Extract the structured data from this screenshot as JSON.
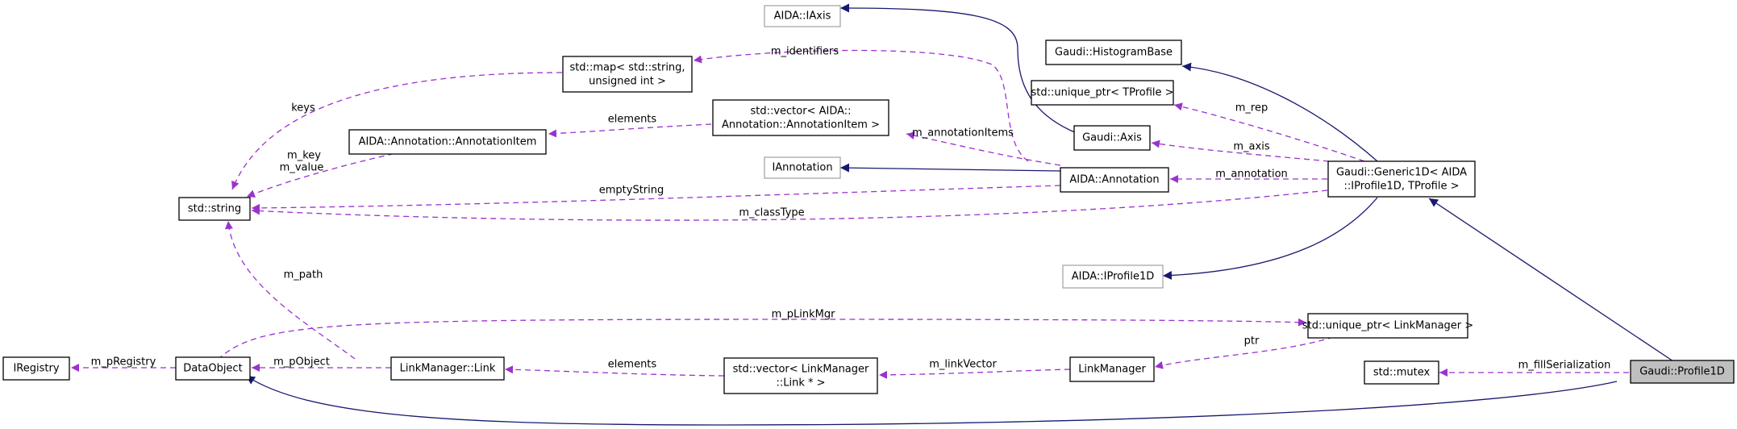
{
  "nodes": {
    "aida_iaxis": "AIDA::IAxis",
    "histogram_base": "Gaudi::HistogramBase",
    "unique_ptr_tprofile": "std::unique_ptr< TProfile >",
    "map": [
      "std::map< std::string,",
      "unsigned int >"
    ],
    "vector_annotation_item": [
      "std::vector< AIDA::",
      "Annotation::AnnotationItem >"
    ],
    "annotation_item": "AIDA::Annotation::AnnotationItem",
    "gaudi_axis": "Gaudi::Axis",
    "iannotation": "IAnnotation",
    "aida_annotation": "AIDA::Annotation",
    "generic1d": [
      "Gaudi::Generic1D< AIDA",
      "::IProfile1D, TProfile >"
    ],
    "std_string": "std::string",
    "aida_iprofile1d": "AIDA::IProfile1D",
    "unique_ptr_linkmanager": "std::unique_ptr< LinkManager >",
    "iregistry": "IRegistry",
    "data_object": "DataObject",
    "link_manager_link": "LinkManager::Link",
    "vector_link": [
      "std::vector< LinkManager",
      "::Link * >"
    ],
    "link_manager": "LinkManager",
    "std_mutex": "std::mutex",
    "profile1d": "Gaudi::Profile1D"
  },
  "edge_labels": {
    "m_identifiers": "m_identifiers",
    "keys": "keys",
    "elements_annotation": "elements",
    "m_key_value": [
      "m_key",
      "m_value"
    ],
    "m_rep": "m_rep",
    "m_axis": "m_axis",
    "m_annotation_items": "m_annotationItems",
    "m_annotation": "m_annotation",
    "empty_string": "emptyString",
    "m_class_type": "m_classType",
    "m_path": "m_path",
    "m_plink_mgr": "m_pLinkMgr",
    "ptr": "ptr",
    "m_pregistry": "m_pRegistry",
    "m_pobject": "m_pObject",
    "elements_link": "elements",
    "m_link_vector": "m_linkVector",
    "m_fill_serialization": "m_fillSerialization"
  },
  "colors": {
    "usage_edge": "#9a32cd",
    "inheritance_edge": "#191970",
    "focus_fill": "#bfbfbf",
    "external_border": "#a8a8a8"
  }
}
